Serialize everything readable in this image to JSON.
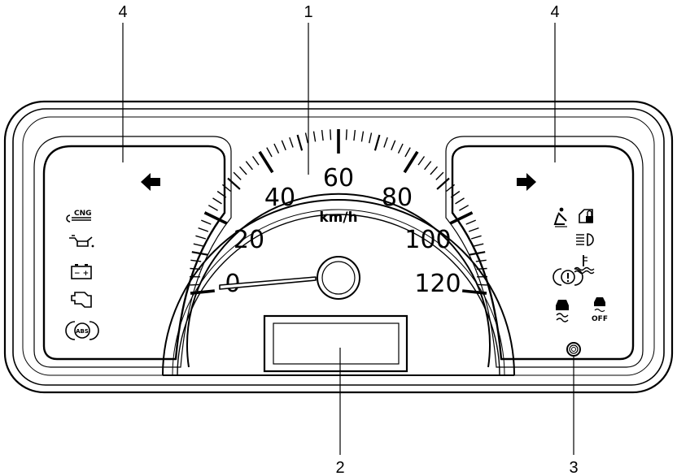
{
  "callouts": {
    "speedometer": "1",
    "display": "2",
    "knob": "3",
    "turn_left": "4",
    "turn_right": "4"
  },
  "speedometer": {
    "unit": "km/h",
    "min": 0,
    "max": 120,
    "needle_value": 0,
    "labels": [
      "0",
      "20",
      "40",
      "60",
      "80",
      "100",
      "120"
    ]
  },
  "icons": {
    "cng_label": "CNG",
    "abs_label": "ABS",
    "esp_off_label": "OFF"
  }
}
